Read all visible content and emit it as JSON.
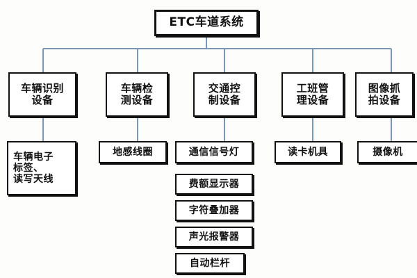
{
  "diagram": {
    "title": "ETC车道系统",
    "type": "organization-tree",
    "orientation": "top-down",
    "colors": {
      "box_border": "#111111",
      "box_fill": "#ffffff",
      "connector": "#7a96b4",
      "canvas": "#fdfdfb",
      "text": "#111111"
    },
    "root": {
      "id": "root",
      "label": "ETC车道系统"
    },
    "branches": [
      {
        "id": "branch-1",
        "label": "车辆识别\n设备",
        "children": [
          {
            "id": "leaf-1-1",
            "label": "车辆电子\n标签、\n读写天线"
          }
        ]
      },
      {
        "id": "branch-2",
        "label": "车辆检\n测设备",
        "children": [
          {
            "id": "leaf-2-1",
            "label": "地感线圈"
          }
        ]
      },
      {
        "id": "branch-3",
        "label": "交通控\n制设备",
        "children": [
          {
            "id": "leaf-3-1",
            "label": "通信信号灯"
          },
          {
            "id": "leaf-3-2",
            "label": "费额显示器"
          },
          {
            "id": "leaf-3-3",
            "label": "字符叠加器"
          },
          {
            "id": "leaf-3-4",
            "label": "声光报警器"
          },
          {
            "id": "leaf-3-5",
            "label": "自动栏杆"
          }
        ]
      },
      {
        "id": "branch-4",
        "label": "工班管\n理设备",
        "children": [
          {
            "id": "leaf-4-1",
            "label": "读卡机具"
          }
        ]
      },
      {
        "id": "branch-5",
        "label": "图像抓\n拍设备",
        "children": [
          {
            "id": "leaf-5-1",
            "label": "摄像机"
          }
        ]
      }
    ]
  }
}
